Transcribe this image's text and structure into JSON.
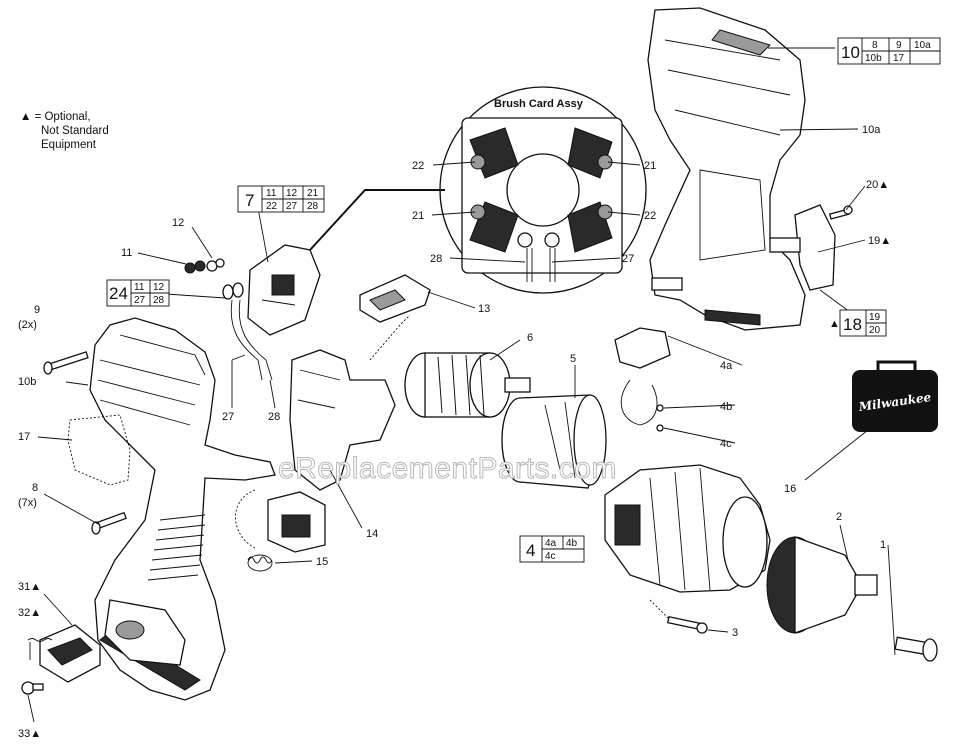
{
  "legend": {
    "line1": "▲ = Optional,",
    "line2": "Not Standard",
    "line3": "Equipment"
  },
  "inset_title": "Brush Card Assy",
  "brand_logo_text": "Milwaukee",
  "watermark": "eReplacementParts.com",
  "callouts": {
    "c1": "1",
    "c2": "2",
    "c3": "3",
    "c4a": "4a",
    "c4b": "4b",
    "c4c": "4c",
    "c5": "5",
    "c6": "6",
    "c8": "8",
    "c8q": "(7x)",
    "c9": "9",
    "c9q": "(2x)",
    "c10a": "10a",
    "c10b": "10b",
    "c11": "11",
    "c12": "12",
    "c13": "13",
    "c14": "14",
    "c15": "15",
    "c16": "16",
    "c17": "17",
    "c19": "19▲",
    "c20": "20▲",
    "c21a": "21",
    "c21b": "21",
    "c22a": "22",
    "c22b": "22",
    "c27": "27",
    "c27b": "27",
    "c28": "28",
    "c28b": "28",
    "c31": "31▲",
    "c32": "32▲",
    "c33": "33▲"
  },
  "groups": {
    "g10": {
      "main": "10",
      "cells": [
        "8",
        "9",
        "10a",
        "10b",
        "17",
        ""
      ]
    },
    "g7": {
      "main": "7",
      "cells": [
        "11",
        "12",
        "21",
        "22",
        "27",
        "28"
      ]
    },
    "g24": {
      "main": "24",
      "cells": [
        "11",
        "12",
        "27",
        "28"
      ]
    },
    "g18": {
      "main": "18",
      "cells": [
        "19",
        "20"
      ],
      "prefix": "▲"
    },
    "g4": {
      "main": "4",
      "cells": [
        "4a",
        "4b",
        "4c"
      ]
    }
  }
}
